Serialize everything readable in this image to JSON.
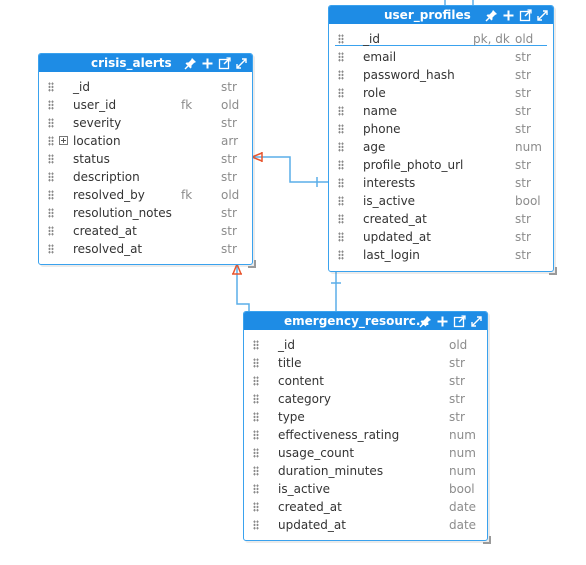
{
  "entities": {
    "crisis_alerts": {
      "title": "crisis_alerts",
      "fields": [
        {
          "name": "_id",
          "key": "",
          "type": "str"
        },
        {
          "name": "user_id",
          "key": "fk",
          "type": "old"
        },
        {
          "name": "severity",
          "key": "",
          "type": "str"
        },
        {
          "name": "location",
          "key": "",
          "type": "arr"
        },
        {
          "name": "status",
          "key": "",
          "type": "str"
        },
        {
          "name": "description",
          "key": "",
          "type": "str"
        },
        {
          "name": "resolved_by",
          "key": "fk",
          "type": "old"
        },
        {
          "name": "resolution_notes",
          "key": "",
          "type": "str"
        },
        {
          "name": "created_at",
          "key": "",
          "type": "str"
        },
        {
          "name": "resolved_at",
          "key": "",
          "type": "str"
        }
      ]
    },
    "user_profiles": {
      "title": "user_profiles",
      "fields": [
        {
          "name": "_id",
          "key": "pk, dk",
          "type": "old"
        },
        {
          "name": "email",
          "key": "",
          "type": "str"
        },
        {
          "name": "password_hash",
          "key": "",
          "type": "str"
        },
        {
          "name": "role",
          "key": "",
          "type": "str"
        },
        {
          "name": "name",
          "key": "",
          "type": "str"
        },
        {
          "name": "phone",
          "key": "",
          "type": "str"
        },
        {
          "name": "age",
          "key": "",
          "type": "num"
        },
        {
          "name": "profile_photo_url",
          "key": "",
          "type": "str"
        },
        {
          "name": "interests",
          "key": "",
          "type": "str"
        },
        {
          "name": "is_active",
          "key": "",
          "type": "bool"
        },
        {
          "name": "created_at",
          "key": "",
          "type": "str"
        },
        {
          "name": "updated_at",
          "key": "",
          "type": "str"
        },
        {
          "name": "last_login",
          "key": "",
          "type": "str"
        }
      ]
    },
    "emergency_resources": {
      "title": "emergency_resourc...",
      "fields": [
        {
          "name": "_id",
          "key": "",
          "type": "old"
        },
        {
          "name": "title",
          "key": "",
          "type": "str"
        },
        {
          "name": "content",
          "key": "",
          "type": "str"
        },
        {
          "name": "category",
          "key": "",
          "type": "str"
        },
        {
          "name": "type",
          "key": "",
          "type": "str"
        },
        {
          "name": "effectiveness_rating",
          "key": "",
          "type": "num"
        },
        {
          "name": "usage_count",
          "key": "",
          "type": "num"
        },
        {
          "name": "duration_minutes",
          "key": "",
          "type": "num"
        },
        {
          "name": "is_active",
          "key": "",
          "type": "bool"
        },
        {
          "name": "created_at",
          "key": "",
          "type": "date"
        },
        {
          "name": "updated_at",
          "key": "",
          "type": "date"
        }
      ]
    }
  },
  "colors": {
    "header": "#1e8ce5",
    "border": "#3aa2ee",
    "link": "#5aaee8",
    "crowfoot": "#e8552e"
  },
  "icons": [
    "pin-icon",
    "add-field-icon",
    "edit-icon",
    "expand-icon"
  ]
}
